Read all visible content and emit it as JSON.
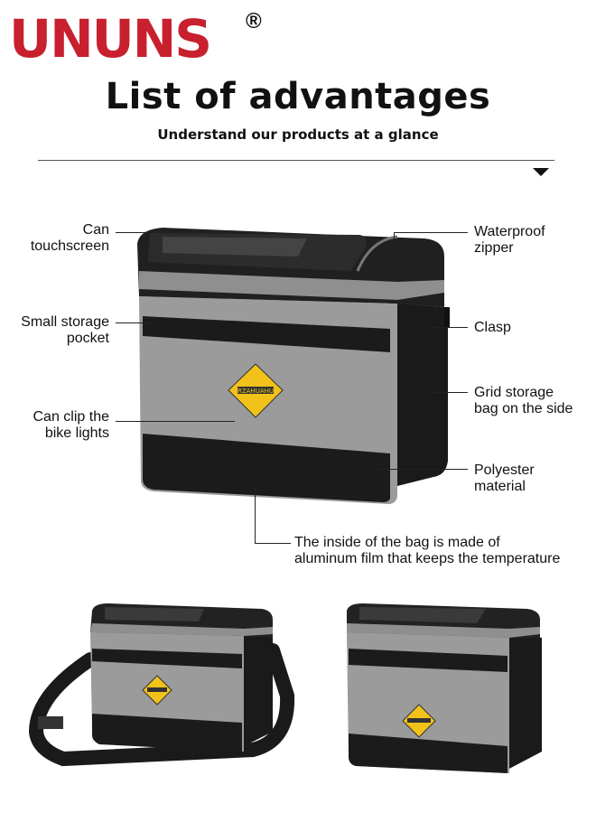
{
  "brand": {
    "name": "UNUNS",
    "registered": "®",
    "color": "#c8202f"
  },
  "header": {
    "title": "List of advantages",
    "subtitle": "Understand our products at a glance",
    "scroll_indicator": "triangle-down-icon"
  },
  "callouts": {
    "touchscreen": [
      "Can",
      "touchscreen"
    ],
    "zipper": [
      "Waterproof",
      "zipper"
    ],
    "pocket": [
      "Small storage",
      "pocket"
    ],
    "clasp": [
      "Clasp"
    ],
    "lights": [
      "Can clip the",
      "bike lights"
    ],
    "grid": [
      "Grid storage",
      "bag on the side"
    ],
    "polyester": [
      "Polyester",
      "material"
    ],
    "inside": [
      "The inside of the bag is made of",
      "aluminum film that keeps the temperature"
    ]
  },
  "product": {
    "badge_text": "RZAHUAHU",
    "colors": {
      "body": "#9a9a9a",
      "trim": "#1c1c1c",
      "badge": "#f2c21b"
    }
  }
}
